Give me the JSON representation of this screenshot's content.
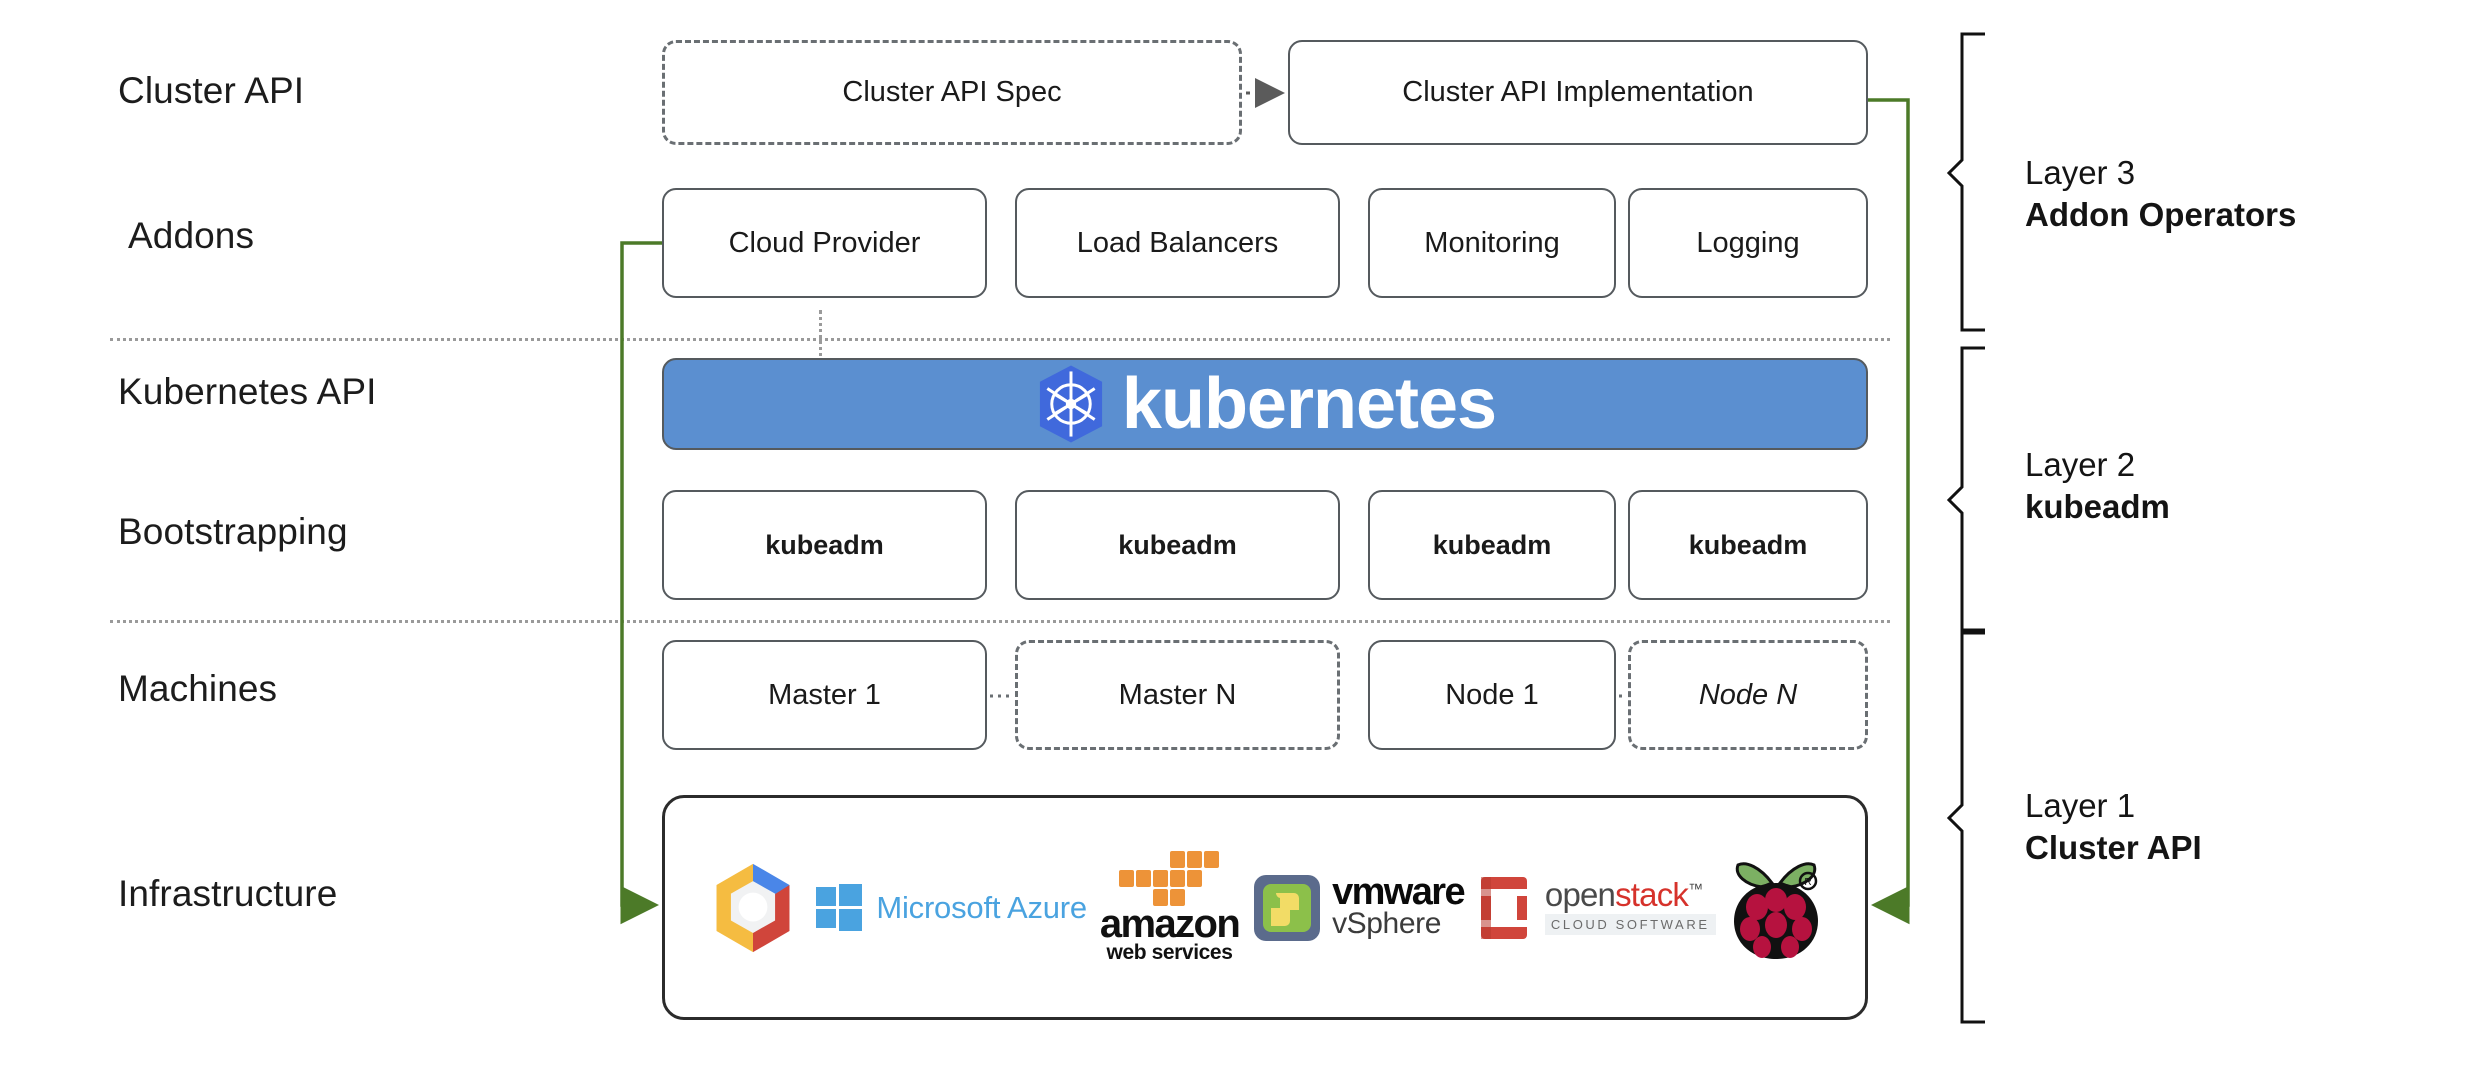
{
  "diagram": {
    "title": "Kubernetes Cluster API layered architecture",
    "accent_green": "#4c7a28",
    "k8s_blue": "#5b8fd0",
    "k8s_logo_blue": "#4069dc",
    "border_gray": "#555a5e"
  },
  "row_labels": [
    {
      "id": "cluster-api",
      "text": "Cluster API"
    },
    {
      "id": "addons",
      "text": "Addons"
    },
    {
      "id": "kubernetes-api",
      "text": "Kubernetes API"
    },
    {
      "id": "bootstrapping",
      "text": "Bootstrapping"
    },
    {
      "id": "machines",
      "text": "Machines"
    },
    {
      "id": "infrastructure",
      "text": "Infrastructure"
    }
  ],
  "cluster_api_row": [
    {
      "id": "cluster-api-spec",
      "text": "Cluster API Spec",
      "style": "dashed"
    },
    {
      "id": "cluster-api-implementation",
      "text": "Cluster API Implementation",
      "style": "solid"
    }
  ],
  "addons_row": [
    {
      "id": "cloud-provider",
      "text": "Cloud Provider"
    },
    {
      "id": "load-balancers",
      "text": "Load Balancers"
    },
    {
      "id": "monitoring",
      "text": "Monitoring"
    },
    {
      "id": "logging",
      "text": "Logging"
    }
  ],
  "kubernetes_banner": {
    "wordmark": "kubernetes",
    "logo": "kubernetes-helm-icon"
  },
  "bootstrapping_row": [
    {
      "id": "kubeadm-1",
      "text": "kubeadm"
    },
    {
      "id": "kubeadm-2",
      "text": "kubeadm"
    },
    {
      "id": "kubeadm-3",
      "text": "kubeadm"
    },
    {
      "id": "kubeadm-4",
      "text": "kubeadm"
    }
  ],
  "machines_row": [
    {
      "id": "master-1",
      "text": "Master 1",
      "style": "solid"
    },
    {
      "id": "master-n",
      "text": "Master N",
      "style": "dashed"
    },
    {
      "id": "node-1",
      "text": "Node 1",
      "style": "solid"
    },
    {
      "id": "node-n",
      "text": "Node N",
      "style": "dashed",
      "italic_tail": "N"
    }
  ],
  "infrastructure_logos": [
    {
      "id": "google-cloud",
      "name": "google-cloud-logo",
      "label": ""
    },
    {
      "id": "azure",
      "name": "microsoft-azure-logo",
      "label": "Microsoft Azure"
    },
    {
      "id": "aws",
      "name": "amazon-web-services-logo",
      "label": "amazon",
      "sublabel": "web services"
    },
    {
      "id": "vmware",
      "name": "vmware-vsphere-logo",
      "label": "vmware",
      "sublabel": "vSphere"
    },
    {
      "id": "openstack",
      "name": "openstack-logo",
      "label_open": "open",
      "label_stack": "stack",
      "sublabel": "CLOUD SOFTWARE"
    },
    {
      "id": "raspberry-pi",
      "name": "raspberry-pi-logo",
      "label": ""
    }
  ],
  "layer_captions": [
    {
      "id": "layer-3",
      "top": "Layer 3",
      "name": "Addon Operators"
    },
    {
      "id": "layer-2",
      "top": "Layer 2",
      "name": "kubeadm"
    },
    {
      "id": "layer-1",
      "top": "Layer 1",
      "name": "Cluster API"
    }
  ]
}
